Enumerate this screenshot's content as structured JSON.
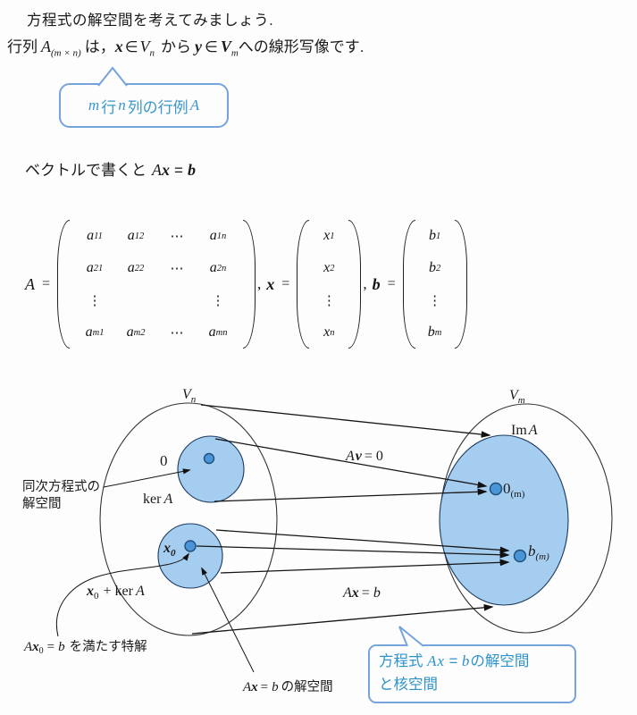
{
  "colors": {
    "accent_blue": "#3a97ce",
    "callout_border": "#76a3dc",
    "shape_fill_blue": "#a5cdf0",
    "shape_stroke": "#1c3a5e",
    "dot_blue": "#4a94d8",
    "ink": "#1a1a1a"
  },
  "heading": {
    "line1": "方程式の解空間を考えてみましょう."
  },
  "intro": {
    "jp1": "行列",
    "A": "A",
    "Asub": "(m × n)",
    "jp2": "は，",
    "x": "x",
    "elem": "∈",
    "V1": "V",
    "V1sub": "n",
    "jp3": "から",
    "y": "y",
    "elem2": "∈",
    "V2": "V",
    "V2sub": "m",
    "jp4": "への線形写像です."
  },
  "callout1": {
    "m": "m",
    "jp1": "行",
    "n": "n",
    "jp2": "列の行例",
    "A": "A"
  },
  "vecline": {
    "jp": "ベクトルで書くと",
    "A": "A",
    "x": "x",
    "eq": "=",
    "b": "b"
  },
  "eq": {
    "labels": {
      "A": "A",
      "x": "x",
      "b": "b",
      "eq": "=",
      "comma": ","
    },
    "A": [
      [
        {
          "b": "a",
          "s": "11"
        },
        {
          "b": "a",
          "s": "12"
        },
        {
          "b": "⋯",
          "s": ""
        },
        {
          "b": "a",
          "s": "1n"
        }
      ],
      [
        {
          "b": "a",
          "s": "21"
        },
        {
          "b": "a",
          "s": "22"
        },
        {
          "b": "⋯",
          "s": ""
        },
        {
          "b": "a",
          "s": "2n"
        }
      ],
      [
        {
          "b": "⋮",
          "s": ""
        },
        {
          "b": "",
          "s": ""
        },
        {
          "b": "",
          "s": ""
        },
        {
          "b": "⋮",
          "s": ""
        }
      ],
      [
        {
          "b": "a",
          "s": "m1"
        },
        {
          "b": "a",
          "s": "m2"
        },
        {
          "b": "⋯",
          "s": ""
        },
        {
          "b": "a",
          "s": "mn"
        }
      ]
    ],
    "x": [
      {
        "b": "x",
        "s": "1"
      },
      {
        "b": "x",
        "s": "2"
      },
      {
        "b": "⋮",
        "s": ""
      },
      {
        "b": "x",
        "s": "n"
      }
    ],
    "b": [
      {
        "b": "b",
        "s": "1"
      },
      {
        "b": "b",
        "s": "2"
      },
      {
        "b": "⋮",
        "s": ""
      },
      {
        "b": "b",
        "s": "m"
      }
    ]
  },
  "diagram": {
    "vn": {
      "m": "V",
      "s": "n"
    },
    "vm": {
      "m": "V",
      "s": "m"
    },
    "ima": {
      "rom": "Im",
      "it": "A"
    },
    "zero": "0",
    "ker": {
      "rom": "ker",
      "it": "A"
    },
    "x0": {
      "m": "x",
      "s": "0"
    },
    "x0ker": {
      "x": "x",
      "s": "0",
      "plus": "+ ker",
      "A": "A"
    },
    "hom1": "同次方程式の",
    "hom2": "解空間",
    "part": {
      "A": "A",
      "x": "x",
      "s": "0",
      "eq": "=",
      "b": "b",
      "jp": "を満たす特解"
    },
    "sols": {
      "A": "A",
      "x": "x",
      "eq": "=",
      "b": "b",
      "jp": "の解空間"
    },
    "av0": {
      "A": "A",
      "v": "v",
      "eq": "= 0"
    },
    "axb": {
      "A": "A",
      "x": "x",
      "eq": "=",
      "b": "b"
    },
    "zm": {
      "m": "0",
      "s": "(m)"
    },
    "bm": {
      "m": "b",
      "s": "(m)"
    },
    "callout2": {
      "jp1": "方程式",
      "A": "A",
      "x": "x",
      "eq": "=",
      "b": "b",
      "jp2": "の解空間",
      "line2": "と核空間"
    }
  }
}
